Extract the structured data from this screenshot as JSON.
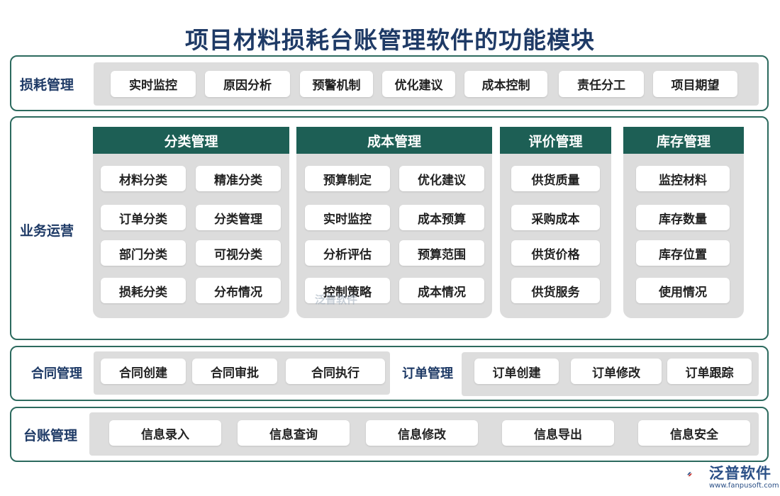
{
  "title": "项目材料损耗台账管理软件的功能模块",
  "loss": {
    "label": "损耗管理",
    "items": [
      "实时监控",
      "原因分析",
      "预警机制",
      "优化建议",
      "成本控制",
      "责任分工",
      "项目期望"
    ]
  },
  "ops": {
    "label": "业务运营",
    "groups": [
      {
        "title": "分类管理",
        "items": [
          "材料分类",
          "精准分类",
          "订单分类",
          "分类管理",
          "部门分类",
          "可视分类",
          "损耗分类",
          "分布情况"
        ]
      },
      {
        "title": "成本管理",
        "items": [
          "预算制定",
          "优化建议",
          "实时监控",
          "成本预算",
          "分析评估",
          "预算范围",
          "控制策略",
          "成本情况"
        ]
      },
      {
        "title": "评价管理",
        "items": [
          "供货质量",
          "采购成本",
          "供货价格",
          "供货服务"
        ]
      },
      {
        "title": "库存管理",
        "items": [
          "监控材料",
          "库存数量",
          "库存位置",
          "使用情况"
        ]
      }
    ]
  },
  "contract": {
    "label": "合同管理",
    "items": [
      "合同创建",
      "合同审批",
      "合同执行"
    ]
  },
  "order": {
    "label": "订单管理",
    "items": [
      "订单创建",
      "订单修改",
      "订单跟踪"
    ]
  },
  "ledger": {
    "label": "台账管理",
    "items": [
      "信息录入",
      "信息查询",
      "信息修改",
      "信息导出",
      "信息安全"
    ]
  },
  "brand": {
    "name": "泛普软件",
    "url": "www.fanpusoft.com",
    "watermark": "泛普软件",
    "accent": "#1d5f55"
  }
}
